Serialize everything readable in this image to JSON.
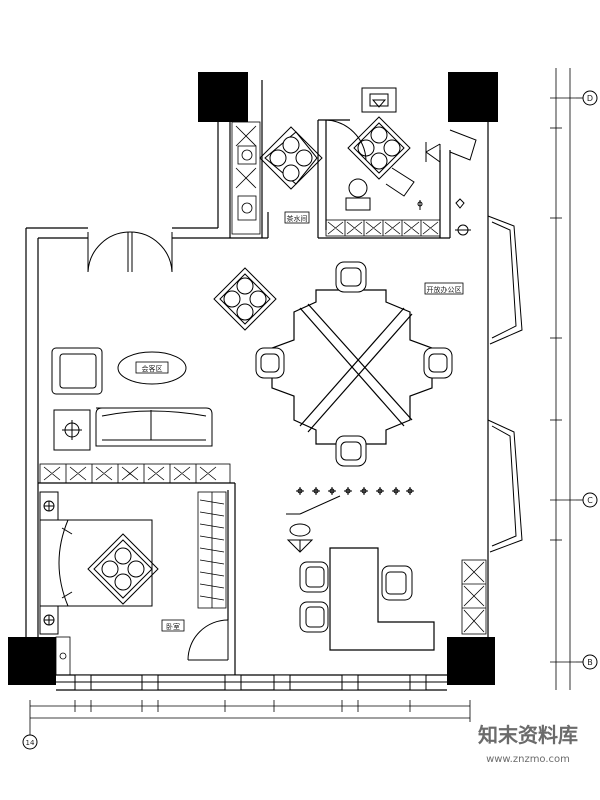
{
  "plan": {
    "room_labels": {
      "open_office": "开放办公区",
      "lounge": "会客区",
      "top_left_room": "茶水间",
      "bedroom": "卧室"
    },
    "grid_labels": {
      "grid_d": "D",
      "grid_c": "C",
      "grid_b": "B",
      "grid_14": "14"
    }
  },
  "watermark": {
    "brand": "知末资料库",
    "url": "www.znzmo.com"
  }
}
